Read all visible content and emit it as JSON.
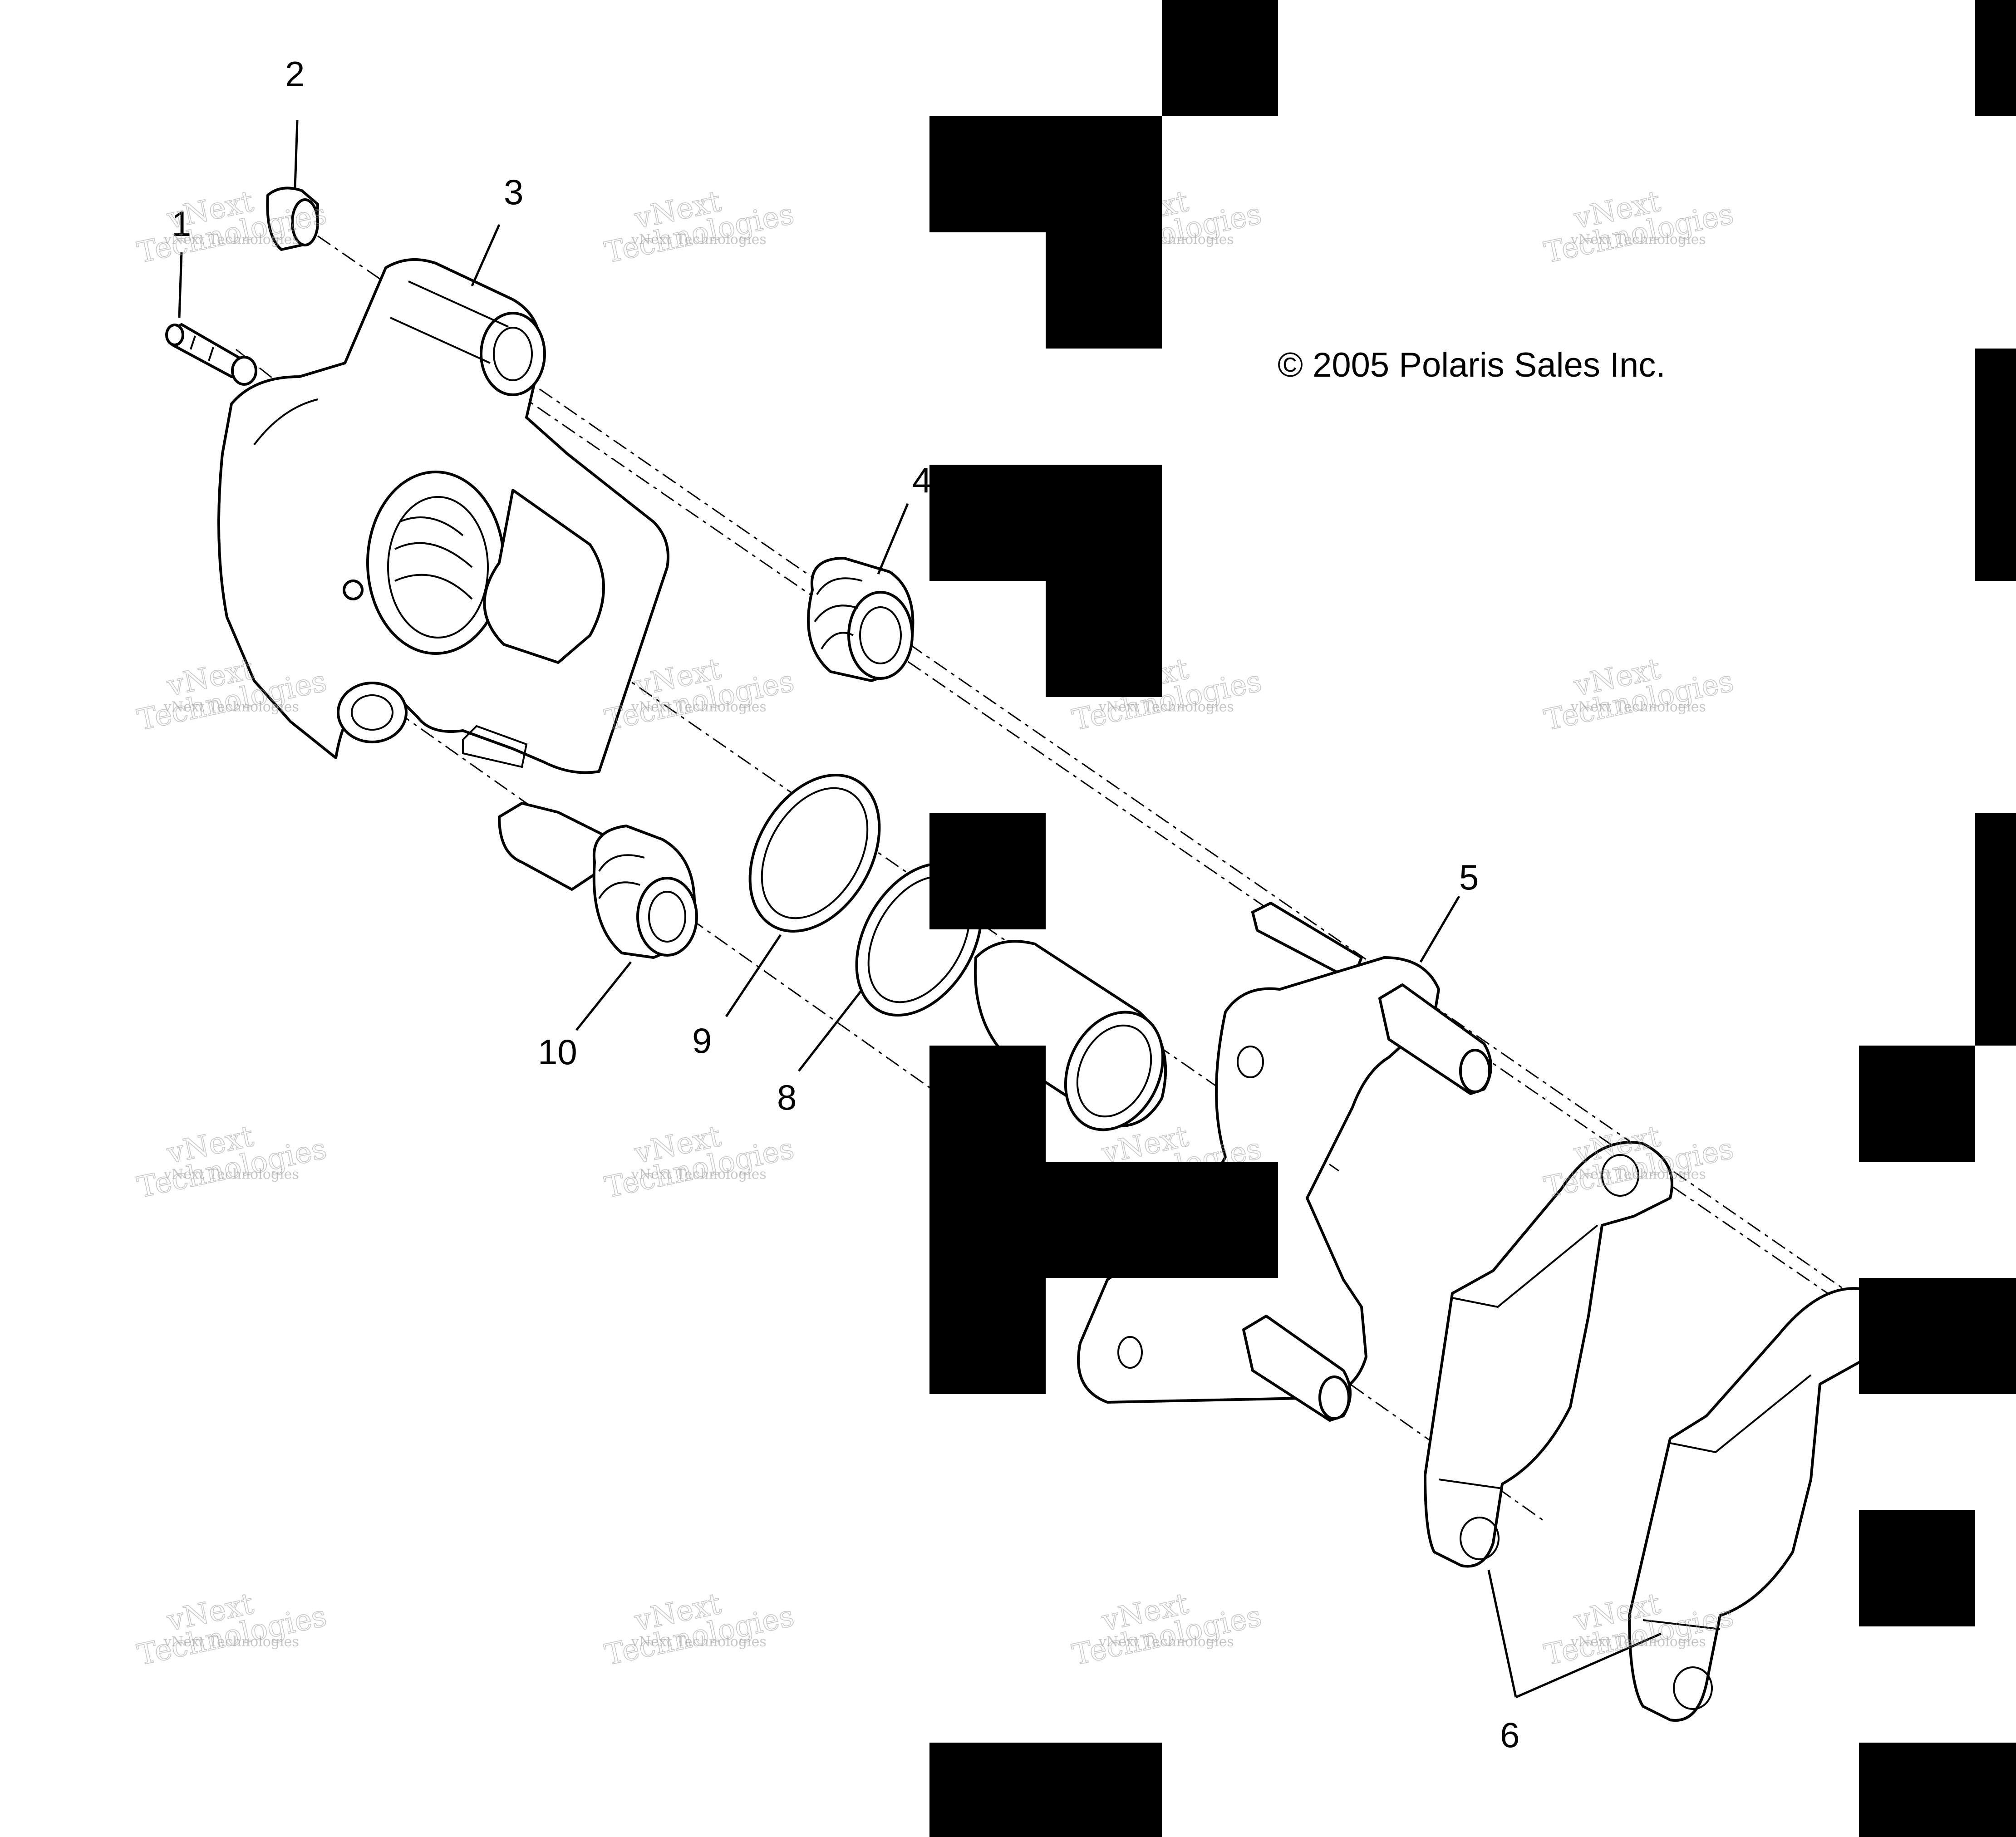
{
  "copyright": "© 2005 Polaris Sales Inc.",
  "callouts": {
    "c1": "1",
    "c2": "2",
    "c3": "3",
    "c4": "4",
    "c5": "5",
    "c6": "6",
    "c8": "8",
    "c9": "9",
    "c10": "10"
  },
  "watermark": {
    "line1": "vNext Technologies",
    "line2": "vNext",
    "line3": "Technologies"
  }
}
